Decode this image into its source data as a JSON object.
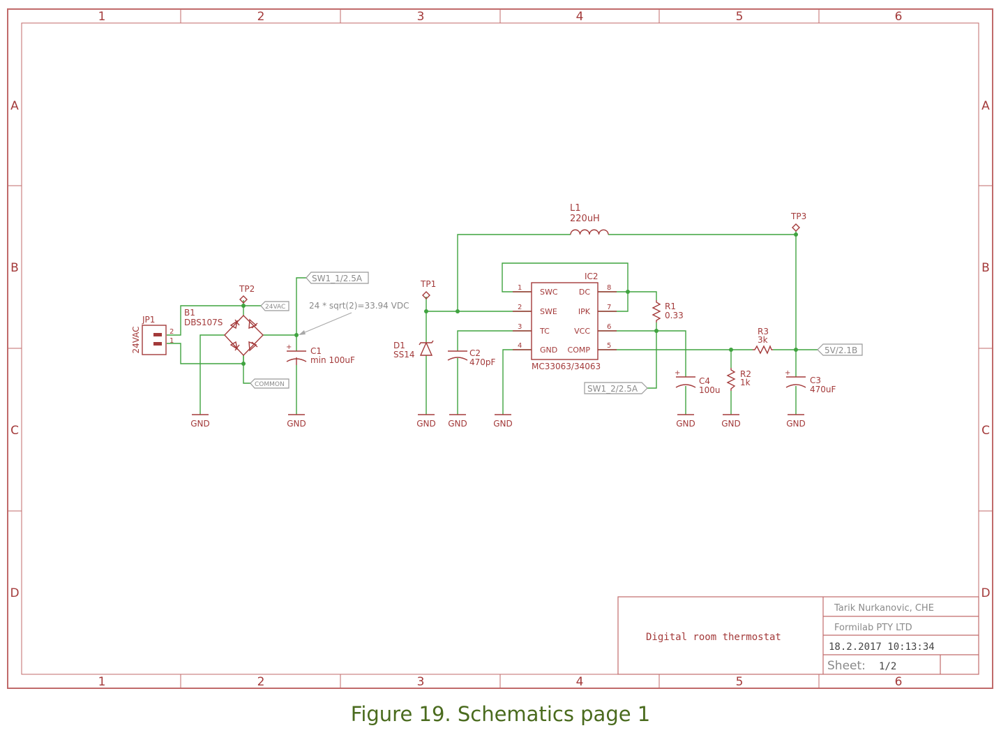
{
  "frame": {
    "columns": [
      "1",
      "2",
      "3",
      "4",
      "5",
      "6"
    ],
    "rows": [
      "A",
      "B",
      "C",
      "D"
    ]
  },
  "parts": {
    "jp1": {
      "ref": "JP1",
      "value": "24VAC",
      "pins": [
        "2",
        "1"
      ]
    },
    "b1": {
      "ref": "B1",
      "value": "DBS107S"
    },
    "tp1": {
      "ref": "TP1"
    },
    "tp2": {
      "ref": "TP2"
    },
    "tp3": {
      "ref": "TP3"
    },
    "c1": {
      "ref": "C1",
      "value": "min 100uF",
      "polarity": "+"
    },
    "d1": {
      "ref": "D1",
      "value": "SS14"
    },
    "c2": {
      "ref": "C2",
      "value": "470pF"
    },
    "l1": {
      "ref": "L1",
      "value": "220uH"
    },
    "ic2": {
      "ref": "IC2",
      "value": "MC33063/34063",
      "left_pins": [
        {
          "num": "1",
          "name": "SWC"
        },
        {
          "num": "2",
          "name": "SWE"
        },
        {
          "num": "3",
          "name": "TC"
        },
        {
          "num": "4",
          "name": "GND"
        }
      ],
      "right_pins": [
        {
          "num": "8",
          "name": "DC"
        },
        {
          "num": "7",
          "name": "IPK"
        },
        {
          "num": "6",
          "name": "VCC"
        },
        {
          "num": "5",
          "name": "COMP"
        }
      ]
    },
    "r1": {
      "ref": "R1",
      "value": "0.33"
    },
    "c4": {
      "ref": "C4",
      "value": "100u",
      "polarity": "+"
    },
    "r2": {
      "ref": "R2",
      "value": "1k"
    },
    "r3": {
      "ref": "R3",
      "value": "3k"
    },
    "c3": {
      "ref": "C3",
      "value": "470uF",
      "polarity": "+"
    }
  },
  "labels": {
    "sw1_1": "SW1_1/2.5A",
    "sw1_2": "SW1_2/2.5A",
    "vac": "24VAC",
    "common": "COMMON",
    "out": "5V/2.1B",
    "gnd": "GND",
    "note": "24 * sqrt(2)=33.94 VDC"
  },
  "title_block": {
    "title": "Digital room thermostat",
    "author": "Tarik Nurkanovic, CHE",
    "company": "Formilab PTY LTD",
    "datetime": "18.2.2017 10:13:34",
    "sheet_label": "Sheet:",
    "sheet_value": "1/2"
  },
  "caption": "Figure 19. Schematics page 1"
}
